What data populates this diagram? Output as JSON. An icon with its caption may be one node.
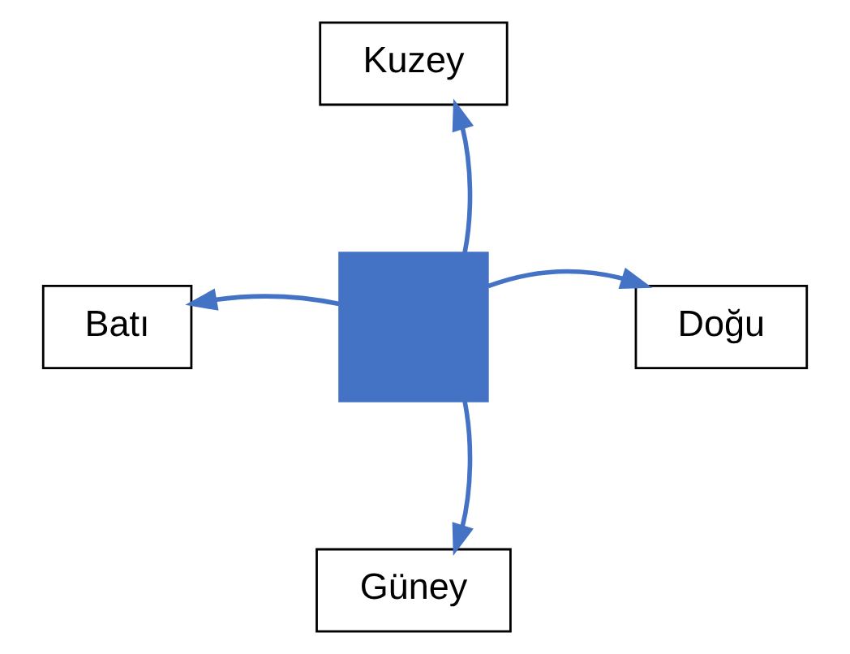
{
  "diagram": {
    "nodes": [
      {
        "text": [
          "Kuzey"
        ]
      },
      {
        "text": [
          "Batı"
        ]
      },
      {
        "text": [],
        "shape": "cross"
      },
      {
        "text": [
          "Doğu"
        ]
      },
      {
        "text": [
          "Güney"
        ]
      }
    ],
    "edges": [
      {
        "from": 2,
        "to": 0,
        "arrow": "to"
      },
      {
        "from": 2,
        "to": 1,
        "arrow": "to"
      },
      {
        "from": 2,
        "to": 3,
        "arrow": "to"
      },
      {
        "from": 2,
        "to": 4,
        "arrow": "to"
      }
    ]
  }
}
